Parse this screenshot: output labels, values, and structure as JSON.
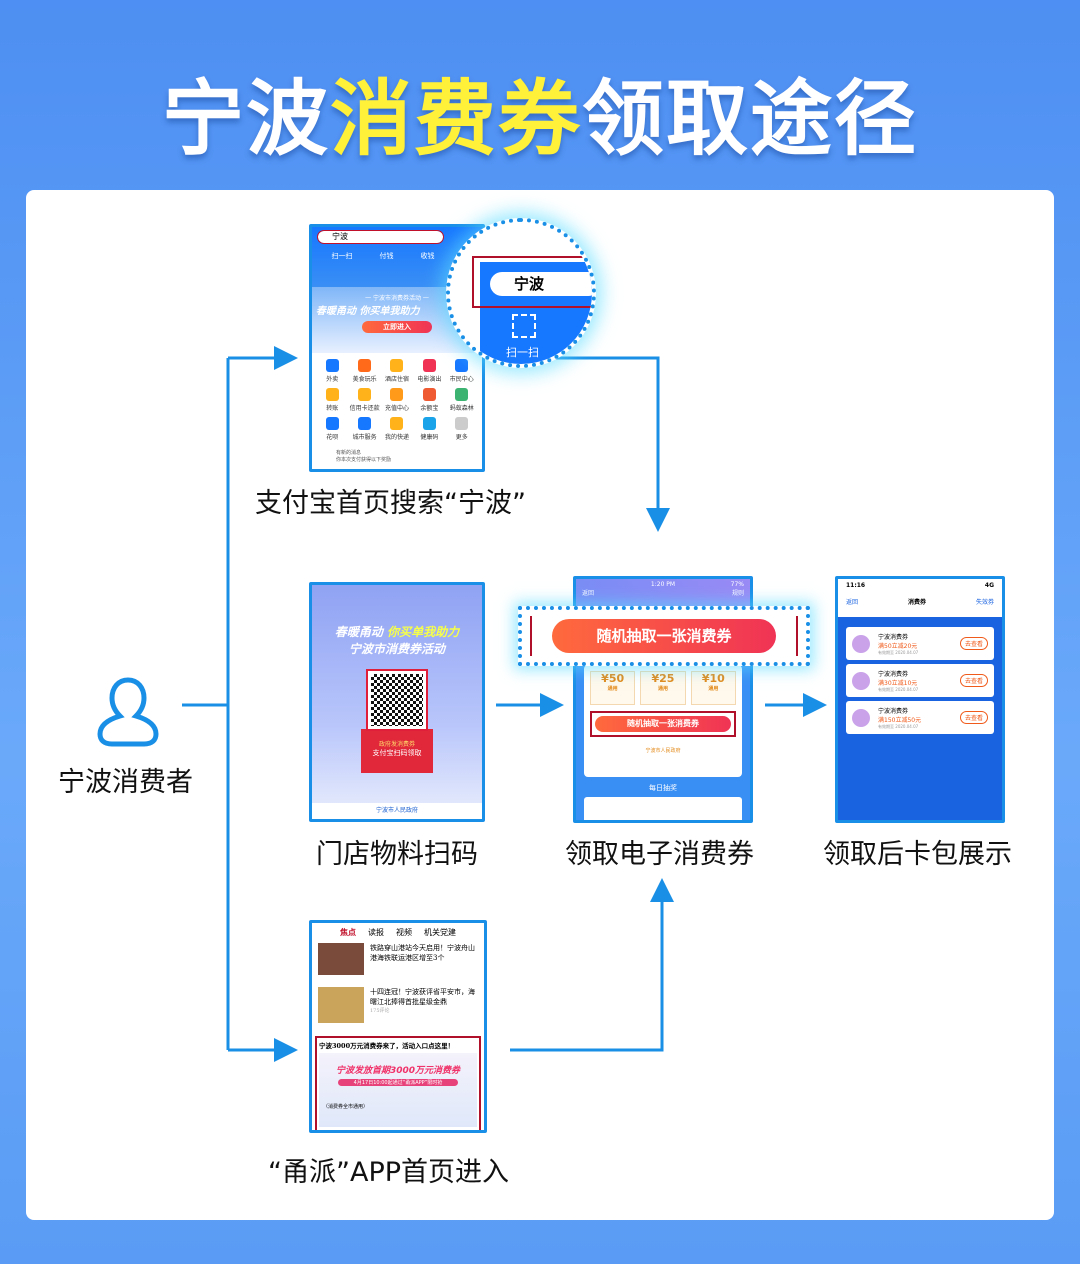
{
  "title": {
    "part1": "宁波",
    "part2": "消费券",
    "part3": "领取途径"
  },
  "consumer": {
    "label": "宁波消费者",
    "icon": "user-icon"
  },
  "captions": {
    "alipay": "支付宝首页搜索“宁波”",
    "poster": "门店物料扫码",
    "coupon": "领取电子消费券",
    "wallet": "领取后卡包展示",
    "app": "“甬派”APP首页进入"
  },
  "alipay": {
    "search": "宁波",
    "top_icons": [
      "扫一扫",
      "付钱",
      "收钱"
    ],
    "banner_sub": "一 宁波市消费券活动 一",
    "banner_title": "春暖甬动 你买单我助力",
    "banner_btn": "立即进入",
    "grid": [
      "外卖",
      "美食玩乐",
      "酒店住宿",
      "电影演出",
      "市民中心",
      "转账",
      "信用卡还款",
      "充值中心",
      "余额宝",
      "蚂蚁森林",
      "花呗",
      "城市服务",
      "我的快递",
      "健康码",
      "更多"
    ],
    "notices": [
      "有新的消息",
      "你本次支付获得以下奖励"
    ],
    "zoom_search": "宁波",
    "zoom_scan": "扫一扫"
  },
  "poster": {
    "line1": "春暖甬动",
    "line1b": "你买单我助力",
    "line2": "宁波市消费券活动",
    "env1": "政府发消费券",
    "env2": "支付宝扫码领取",
    "bottom": "宁波市人民政府"
  },
  "coupon_page": {
    "status_time": "1:20 PM",
    "battery": "77%",
    "back": "返回",
    "rule": "规则",
    "zoom_btn": "随机抽取一张消费券",
    "amounts": [
      "¥50",
      "¥25",
      "¥10"
    ],
    "tag": "通用",
    "btn": "随机抽取一张消费券",
    "issuer": "宁波市人民政府",
    "daily": "每日抽奖"
  },
  "wallet": {
    "time": "11:16",
    "signal": "4G",
    "back": "返回",
    "title": "消费券",
    "right": "失效券",
    "items": [
      {
        "name": "宁波消费券",
        "rule": "满50立减20元",
        "valid": "有效期至 2020.04.07",
        "btn": "去查看"
      },
      {
        "name": "宁波消费券",
        "rule": "满30立减10元",
        "valid": "有效期至 2020.04.07",
        "btn": "去查看"
      },
      {
        "name": "宁波消费券",
        "rule": "满150立减50元",
        "valid": "有效期至 2020.04.07",
        "btn": "去查看"
      }
    ]
  },
  "app": {
    "tabs": [
      "焦点",
      "读报",
      "视频",
      "机关党建"
    ],
    "news": [
      {
        "title": "铁路穿山港站今天启用！宁波舟山港海铁联运港区增至3个"
      },
      {
        "title": "十四连冠！宁波获评省平安市，海曙江北捧得首批星级金鼎",
        "meta": "175评论"
      }
    ],
    "promo_head": "宁波3000万元消费券来了，活动入口点这里！",
    "promo_title": "宁波发放首期3000万元消费券",
    "promo_sub": "4月17日10:00起通过“甬派APP”限时抢",
    "promo_note": "（消费券全市通用）"
  },
  "colors": {
    "line": "#1a8fe6",
    "accent": "#fff03a",
    "red": "#f03355"
  }
}
